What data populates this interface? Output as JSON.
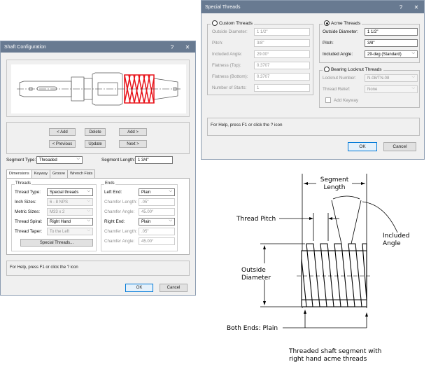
{
  "shaft_dialog": {
    "title": "Shaft Configuration",
    "help_btn": "?",
    "close_btn": "✕",
    "buttons": {
      "add_before": "< Add",
      "delete": "Delete",
      "add_after": "Add >",
      "previous": "< Previous",
      "update": "Update",
      "next": "Next >"
    },
    "segment_type_label": "Segment Type:",
    "segment_type_value": "Threaded",
    "segment_length_label": "Segment Length:",
    "segment_length_value": "1 3/4\"",
    "tabs": [
      "Dimensions",
      "Keyway",
      "Groove",
      "Wrench Flats"
    ],
    "threads_group": {
      "title": "Threads",
      "thread_type_label": "Thread Type:",
      "thread_type_value": "Special threads",
      "inch_sizes_label": "Inch Sizes:",
      "inch_sizes_value": "6 - 8 NPS",
      "metric_sizes_label": "Metric Sizes:",
      "metric_sizes_value": "M33 x 2",
      "thread_spiral_label": "Thread Spiral:",
      "thread_spiral_value": "Right Hand",
      "thread_taper_label": "Thread Taper:",
      "thread_taper_value": "To the Left",
      "special_threads_button": "Special Threads..."
    },
    "ends_group": {
      "title": "Ends",
      "left_end_label": "Left End:",
      "left_end_value": "Plain",
      "left_chamfer_length_label": "Chamfer Length:",
      "left_chamfer_length_value": ".05\"",
      "left_chamfer_angle_label": "Chamfer Angle:",
      "left_chamfer_angle_value": "45.00°",
      "right_end_label": "Right End:",
      "right_end_value": "Plain",
      "right_chamfer_length_label": "Chamfer Length:",
      "right_chamfer_length_value": ".05\"",
      "right_chamfer_angle_label": "Chamfer Angle:",
      "right_chamfer_angle_value": "45.00°"
    },
    "status_text": "For Help, press F1 or click the ? icon",
    "ok": "OK",
    "cancel": "Cancel",
    "colors": {
      "threaded_segment": "#e8141b",
      "titlebar": "#687a91"
    }
  },
  "special_dialog": {
    "title": "Special Threads",
    "help_btn": "?",
    "close_btn": "✕",
    "custom": {
      "title": "Custom Threads",
      "selected": false,
      "outside_diameter_label": "Outside Diameter:",
      "outside_diameter_value": "1 1/2\"",
      "pitch_label": "Pitch:",
      "pitch_value": "3/8\"",
      "included_angle_label": "Included Angle:",
      "included_angle_value": "29.00°",
      "flatness_top_label": "Flatness (Top):",
      "flatness_top_value": "0.3707",
      "flatness_bottom_label": "Flatness (Bottom):",
      "flatness_bottom_value": "0.3707",
      "number_of_starts_label": "Number of Starts:",
      "number_of_starts_value": "1"
    },
    "acme": {
      "title": "Acme Threads",
      "selected": true,
      "outside_diameter_label": "Outside Diameter:",
      "outside_diameter_value": "1 1/2\"",
      "pitch_label": "Pitch:",
      "pitch_value": "3/8\"",
      "included_angle_label": "Included Angle:",
      "included_angle_value": "29-deg (Standard)"
    },
    "bearing": {
      "title": "Bearing Locknut Threads",
      "selected": false,
      "locknut_number_label": "Locknut Number:",
      "locknut_number_value": "N-08/TN-08",
      "thread_relief_label": "Thread Relief:",
      "thread_relief_value": "None",
      "add_keyway_label": "Add Keyway",
      "add_keyway_checked": false
    },
    "status_text": "For Help, press F1 or click the ? icon",
    "ok": "OK",
    "cancel": "Cancel"
  },
  "diagram": {
    "segment_length": "Segment",
    "segment_length_2": "Length",
    "thread_pitch": "Thread Pitch",
    "included_angle": "Included",
    "included_angle_2": "Angle",
    "outside_diameter": "Outside",
    "outside_diameter_2": "Diameter",
    "both_ends": "Both Ends: Plain",
    "caption_1": "Threaded shaft segment with",
    "caption_2": "right hand acme threads"
  }
}
